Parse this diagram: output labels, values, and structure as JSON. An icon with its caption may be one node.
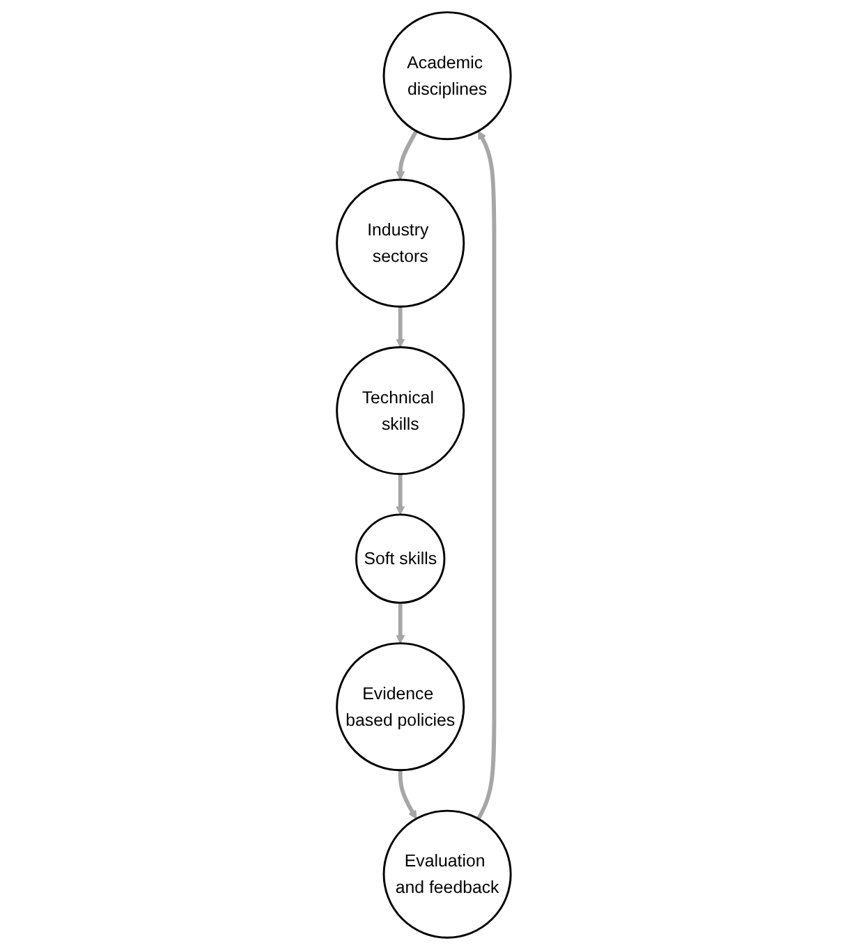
{
  "diagram": {
    "nodes": [
      {
        "text": [
          "Academic disciplines"
        ]
      },
      {
        "text": [
          "Industry sectors"
        ]
      },
      {
        "text": [
          "Technical skills"
        ]
      },
      {
        "text": [
          "Soft skills"
        ]
      },
      {
        "text": [
          "Evidence based policies"
        ]
      },
      {
        "text": [
          "Evaluation and feedback"
        ]
      }
    ],
    "edges": [
      {
        "from": 0,
        "to": 1,
        "arrow": "to"
      },
      {
        "from": 1,
        "to": 2,
        "arrow": "to"
      },
      {
        "from": 2,
        "to": 3,
        "arrow": "to"
      },
      {
        "from": 3,
        "to": 4,
        "arrow": "to"
      },
      {
        "from": 4,
        "to": 5,
        "arrow": "to"
      },
      {
        "from": 5,
        "to": 0,
        "arrow": "to"
      }
    ]
  }
}
